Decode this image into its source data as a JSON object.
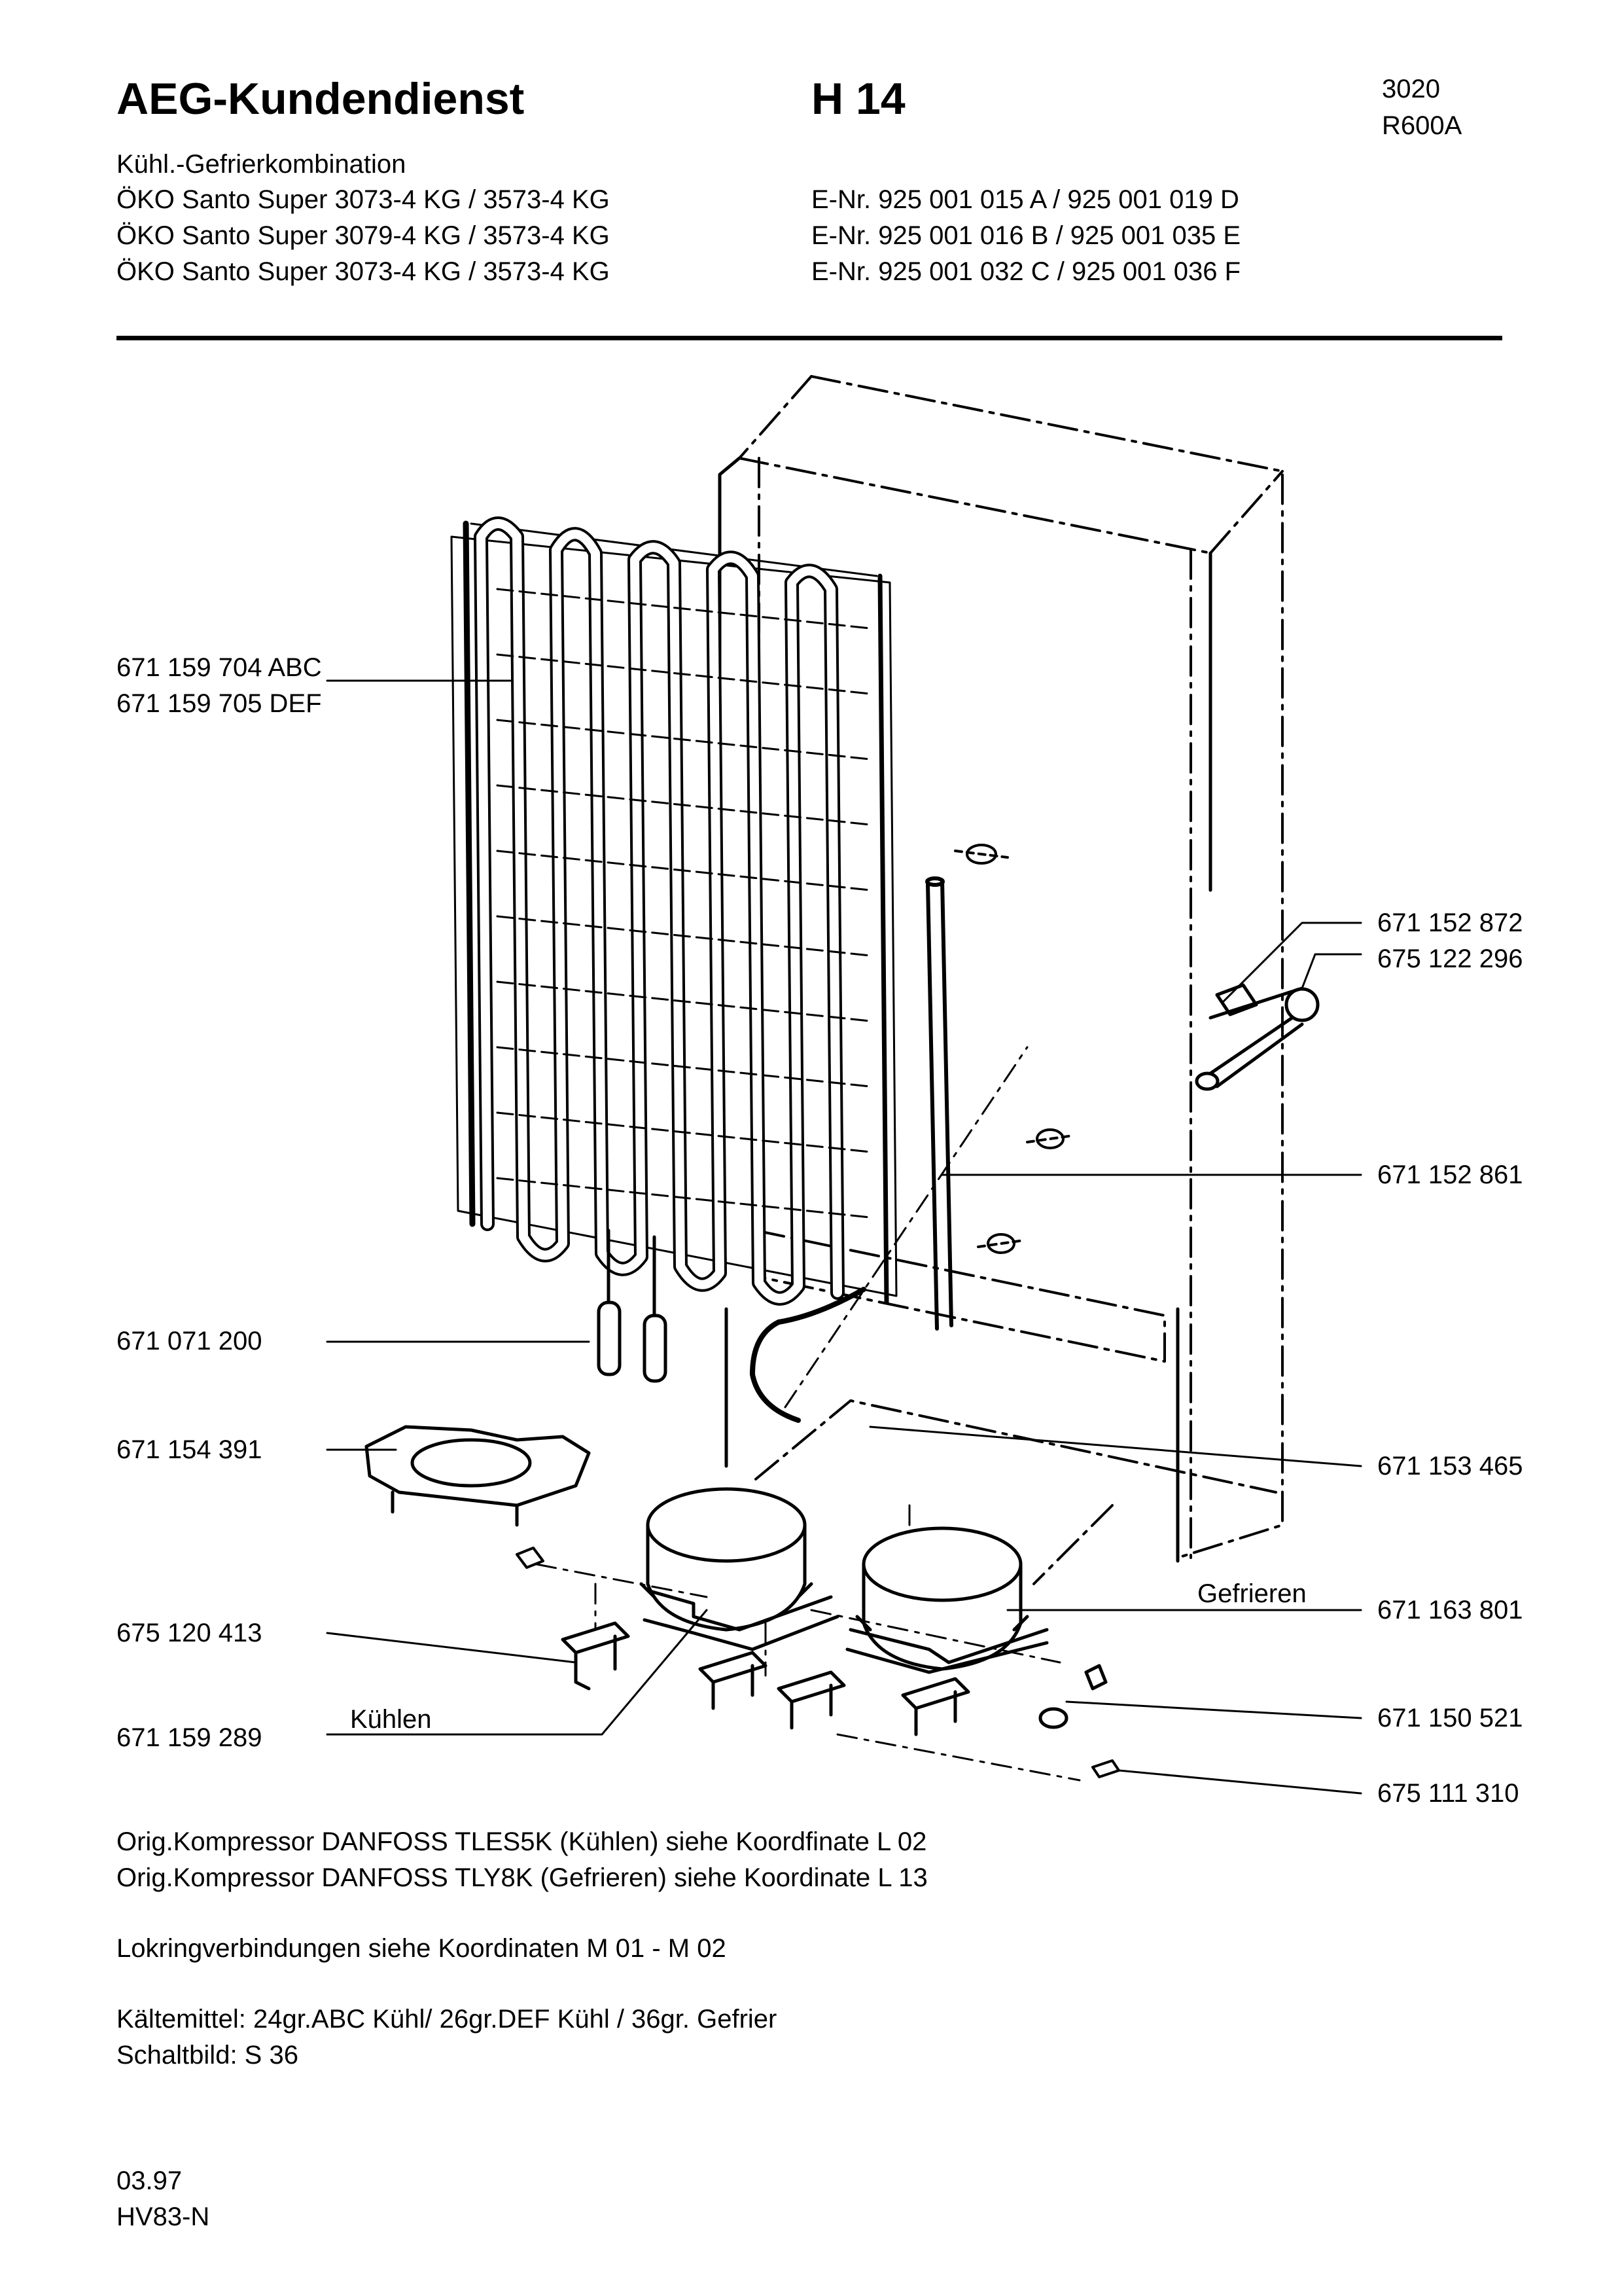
{
  "header": {
    "brand": "AEG-Kundendienst",
    "sheet": "H 14",
    "code_1": "3020",
    "code_2": "R600A"
  },
  "appliance": {
    "type": "Kühl.-Gefrierkombination",
    "models": [
      "ÖKO Santo Super 3073-4 KG / 3573-4 KG",
      "ÖKO Santo Super 3079-4 KG / 3573-4 KG",
      "ÖKO Santo Super 3073-4 KG / 3573-4 KG"
    ],
    "enr": [
      "E-Nr. 925 001 015 A / 925 001 019 D",
      "E-Nr. 925 001 016 B / 925 001 035 E",
      "E-Nr. 925 001 032 C / 925 001 036 F"
    ]
  },
  "parts_left": {
    "condenser_1": "671 159 704 ABC",
    "condenser_2": "671 159 705 DEF",
    "filter_dryer": "671 071 200",
    "drip_tray": "671 154 391",
    "foot_bracket": "675 120 413",
    "compressor_cool": "671 159 289"
  },
  "parts_right": {
    "p1": "671 152 872",
    "p2": "675 122 296",
    "p3": "671 152 861",
    "p4": "671 153 465",
    "p5": "671 163 801",
    "p6": "671 150 521",
    "p7": "675 111 310"
  },
  "diagram_labels": {
    "cool": "Kühlen",
    "freeze": "Gefrieren"
  },
  "notes": {
    "compressor_1": "Orig.Kompressor DANFOSS TLES5K (Kühlen) siehe Koordfinate L 02",
    "compressor_2": "Orig.Kompressor DANFOSS TLY8K (Gefrieren) siehe Koordinate L 13",
    "lokring": "Lokringverbindungen siehe Koordinaten M 01 - M 02",
    "refrigerant": "Kältemittel: 24gr.ABC Kühl/ 26gr.DEF Kühl / 36gr. Gefrier",
    "wiring": "Schaltbild: S 36"
  },
  "footer": {
    "date": "03.97",
    "ref": "HV83-N"
  }
}
